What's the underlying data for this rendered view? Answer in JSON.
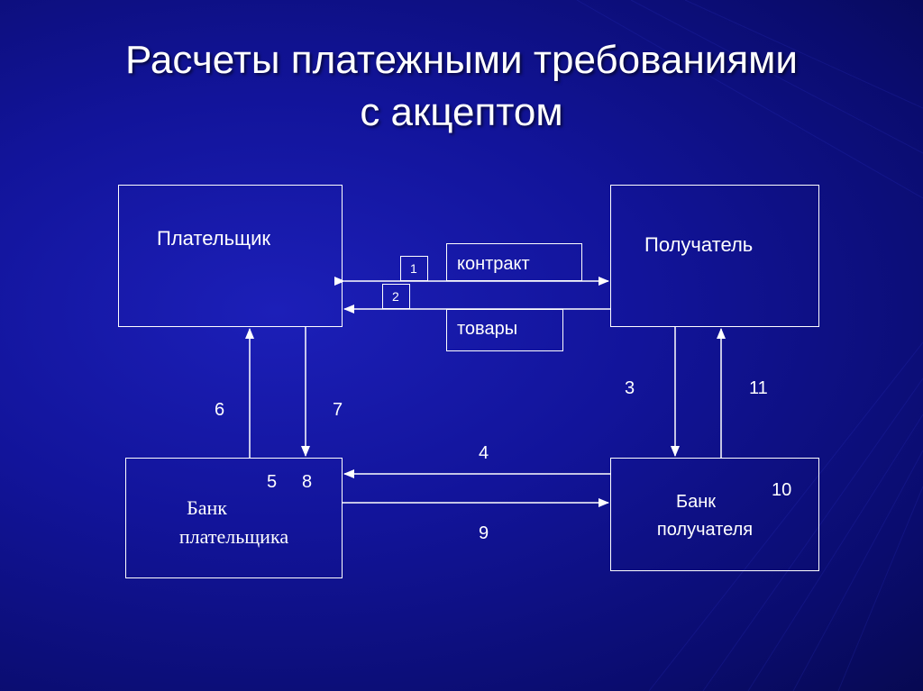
{
  "title": {
    "line1": "Расчеты платежными требованиями",
    "line2": "с акцептом"
  },
  "nodes": {
    "payer": "Плательщик",
    "recipient": "Получатель",
    "payer_bank_line1": "Банк",
    "payer_bank_line2": "плательщика",
    "recipient_bank_line1": "Банк",
    "recipient_bank_line2": "получателя"
  },
  "middle": {
    "contract": "контракт",
    "goods": "товары",
    "step1": "1",
    "step2": "2"
  },
  "steps": {
    "s3": "3",
    "s4": "4",
    "s5": "5",
    "s6": "6",
    "s7": "7",
    "s8": "8",
    "s9": "9",
    "s10": "10",
    "s11": "11"
  },
  "colors": {
    "background": "#12149a",
    "lines": "#ffffff",
    "text": "#ffffff"
  }
}
